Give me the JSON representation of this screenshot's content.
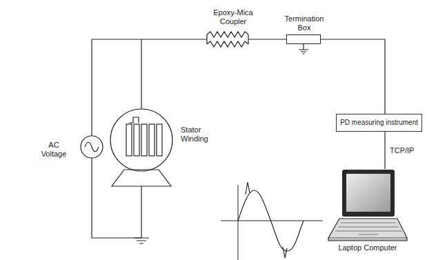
{
  "diagram": {
    "nodes": [
      {
        "text": [
          "Termination Box"
        ]
      },
      {
        "text": [
          "PD measuring instrument"
        ]
      },
      {
        "text": [
          "Laptop Computer"
        ]
      }
    ],
    "edges": [
      {
        "from": 0,
        "to": 1,
        "arrow": "none"
      },
      {
        "from": 1,
        "to": 2,
        "label": "TCP/IP",
        "arrow": "none"
      }
    ],
    "labels": [
      "Epoxy-Mica Coupler",
      "AC Voltage",
      "Stator Winding"
    ]
  }
}
